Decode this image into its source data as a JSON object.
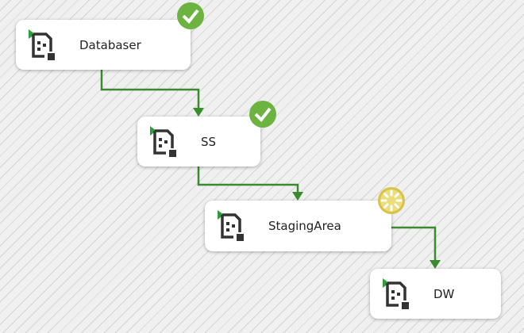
{
  "tasks": [
    {
      "label": "Databaser",
      "status": "success"
    },
    {
      "label": "SS",
      "status": "success"
    },
    {
      "label": "StagingArea",
      "status": "running"
    },
    {
      "label": "DW",
      "status": "none"
    }
  ],
  "colors": {
    "connector": "#3a8a2e",
    "success": "#6cb33f",
    "running": "#e3cf5a"
  }
}
